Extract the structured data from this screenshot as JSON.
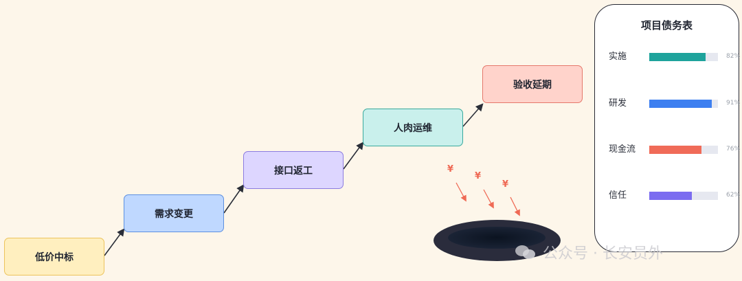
{
  "steps": [
    {
      "label": "低价中标",
      "bg": "#ffefbf",
      "border": "#ecc35b"
    },
    {
      "label": "需求变更",
      "bg": "#bfd8ff",
      "border": "#5b8fe0"
    },
    {
      "label": "接口返工",
      "bg": "#ddd6ff",
      "border": "#8b7be0"
    },
    {
      "label": "人肉运维",
      "bg": "#c9f0ec",
      "border": "#37a99c"
    },
    {
      "label": "验收延期",
      "bg": "#ffd3cb",
      "border": "#e5776a"
    }
  ],
  "yen": "¥",
  "debt_panel": {
    "title": "项目债务表",
    "items": [
      {
        "label": "实施",
        "value": 82,
        "pct": "82%",
        "color": "#1ea39c"
      },
      {
        "label": "研发",
        "value": 91,
        "pct": "91%",
        "color": "#3d7ff0"
      },
      {
        "label": "现金流",
        "value": 76,
        "pct": "76%",
        "color": "#f06b58"
      },
      {
        "label": "信任",
        "value": 62,
        "pct": "62%",
        "color": "#7b6cf0"
      }
    ]
  },
  "watermark": "公众号 · 长安员外"
}
